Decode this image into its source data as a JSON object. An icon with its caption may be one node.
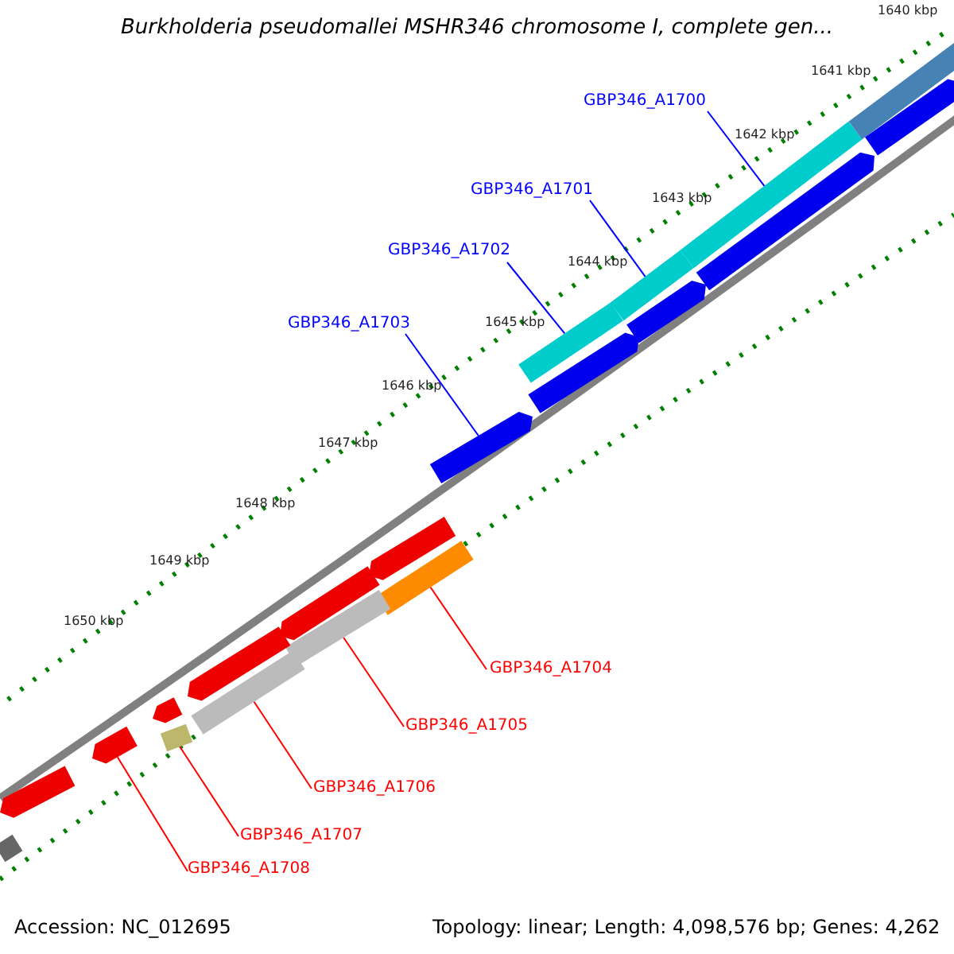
{
  "diagram": {
    "title": "Burkholderia pseudomallei MSHR346 chromosome I, complete gen...",
    "nodes": [
      {
        "text": [
          "GBP346_A1700"
        ]
      },
      {
        "text": [
          "GBP346_A1701"
        ]
      },
      {
        "text": [
          "GBP346_A1702"
        ]
      },
      {
        "text": [
          "GBP346_A1703"
        ]
      },
      {
        "text": [
          "GBP346_A1704"
        ]
      },
      {
        "text": [
          "GBP346_A1705"
        ]
      },
      {
        "text": [
          "GBP346_A1706"
        ]
      },
      {
        "text": [
          "GBP346_A1707"
        ]
      },
      {
        "text": [
          "GBP346_A1708"
        ]
      },
      {
        "text": [],
        "shape": "bar"
      },
      {
        "text": [],
        "shape": "bar"
      },
      {
        "text": [],
        "shape": "bar"
      },
      {
        "text": [],
        "shape": "arrow"
      },
      {
        "text": [],
        "shape": "bar"
      },
      {
        "text": [],
        "shape": "bar"
      },
      {
        "text": [],
        "shape": "bar"
      },
      {
        "text": [],
        "shape": "bar"
      },
      {
        "text": [],
        "shape": "arrow"
      },
      {
        "text": [],
        "shape": "bar"
      },
      {
        "text": [],
        "shape": "arrow"
      },
      {
        "text": [],
        "shape": "arrow"
      },
      {
        "text": [],
        "shape": "arrow"
      },
      {
        "text": [],
        "shape": "arrow"
      },
      {
        "text": [],
        "shape": "arrow"
      },
      {
        "text": [],
        "shape": "arrow"
      },
      {
        "text": [],
        "shape": "arrow"
      },
      {
        "text": [],
        "shape": "arrow"
      },
      {
        "text": [],
        "shape": "arrow"
      },
      {
        "text": [],
        "shape": "bar"
      }
    ],
    "edges": [
      {
        "from": 0,
        "to": 9,
        "arrow": "none",
        "color": "#0000ff"
      },
      {
        "from": 1,
        "to": 10,
        "arrow": "none",
        "color": "#0000ff"
      },
      {
        "from": 2,
        "to": 11,
        "arrow": "none",
        "color": "#0000ff"
      },
      {
        "from": 3,
        "to": 12,
        "arrow": "none",
        "color": "#0000ff"
      },
      {
        "from": 4,
        "to": 13,
        "arrow": "none"
      },
      {
        "from": 5,
        "to": 14,
        "arrow": "none"
      },
      {
        "from": 6,
        "to": 15,
        "arrow": "none"
      },
      {
        "from": 7,
        "to": 16,
        "arrow": "none"
      },
      {
        "from": 8,
        "to": 17,
        "arrow": "none"
      }
    ],
    "labels": [
      "1640 kbp",
      "1641 kbp",
      "1642 kbp",
      "1643 kbp",
      "1644 kbp",
      "1645 kbp",
      "1646 kbp",
      "1647 kbp",
      "1648 kbp",
      "1649 kbp",
      "1650 kbp",
      "Accession: NC_012695",
      "Topology: linear; Length: 4,098,576 bp; Genes: 4,262"
    ]
  }
}
